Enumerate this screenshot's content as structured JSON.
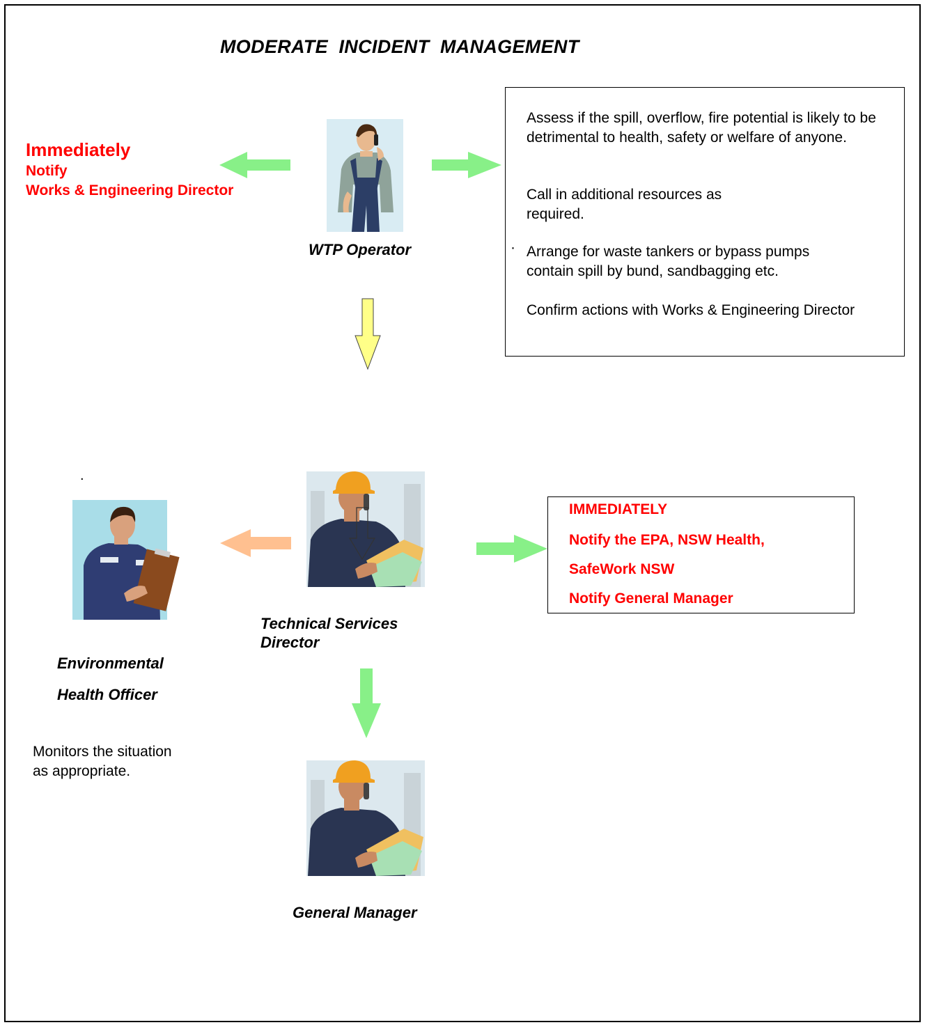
{
  "title": "MODERATE  INCIDENT  MANAGEMENT",
  "left_notice": {
    "headline": "Immediately",
    "line1": "Notify",
    "line2": "Works & Engineering Director"
  },
  "operator": {
    "label": "WTP Operator",
    "icon": "worker-on-phone-icon"
  },
  "operator_actions": {
    "para1": "Assess if the spill, overflow, fire potential is likely to be detrimental to health, safety or welfare of anyone.",
    "para2_line1": "Call in additional resources as",
    "para2_line2": "required.",
    "bullet_mark": "·",
    "para3_line1": "Arrange for waste tankers or bypass pumps",
    "para3_line2": "contain spill by bund, sandbagging etc.",
    "para4": "Confirm actions with Works & Engineering Director"
  },
  "tsd": {
    "label_line1": "Technical Services",
    "label_line2": "Director",
    "icon": "engineer-hardhat-phone-icon"
  },
  "ehso": {
    "dot": ".",
    "label_line1": "Environmental",
    "label_line2": "Health Officer",
    "desc_line1": "Monitors the situation",
    "desc_line2": "as appropriate.",
    "icon": "officer-clipboard-icon"
  },
  "tsd_actions": {
    "line1": "IMMEDIATELY",
    "line2": "Notify the EPA, NSW Health,",
    "line3": "SafeWork NSW",
    "line4": "Notify General Manager"
  },
  "gm": {
    "label": "General Manager",
    "icon": "engineer-hardhat-phone-icon"
  },
  "colors": {
    "green_arrow": "#88f088",
    "yellow_arrow": "#ffff88",
    "orange_arrow": "#ffc090",
    "red_text": "#ff0000"
  }
}
